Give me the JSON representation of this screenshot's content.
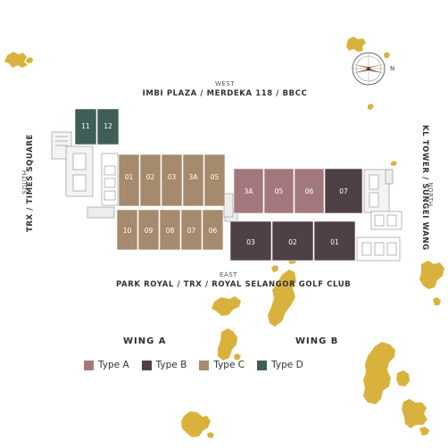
{
  "directions": {
    "west_heading": "WEST",
    "west_text": "IMBI PLAZA / MERDEKA 118 / BBCC",
    "east_heading": "EAST",
    "east_text": "PARK ROYAL / TRX / ROYAL SELANGOR GOLF CLUB",
    "south_heading": "SOUTH",
    "south_text": "TRX / TIMES SQUARE",
    "north_heading": "NORTH",
    "north_text": "KL TOWER / SUNGEI WANG"
  },
  "compass": {
    "north_letter": "N",
    "icon": "compass-icon"
  },
  "wings": {
    "wing_a": "WING A",
    "wing_b": "WING B"
  },
  "colors": {
    "type_a": "#a3787c",
    "type_b": "#4e4045",
    "type_c": "#a58a6d",
    "type_d": "#3e5e57",
    "trees": "#d9b23e",
    "corridor": "#e3e3e3"
  },
  "legend": [
    {
      "label": "Type A",
      "color": "#a3787c"
    },
    {
      "label": "Type B",
      "color": "#4e4045"
    },
    {
      "label": "Type C",
      "color": "#a58a6d"
    },
    {
      "label": "Type D",
      "color": "#3e5e57"
    }
  ],
  "units": {
    "wing_a_type_d": [
      "11",
      "12"
    ],
    "wing_a_upper_type_c": [
      "01",
      "02",
      "03",
      "3A",
      "05"
    ],
    "wing_a_lower_type_c": [
      "10",
      "09",
      "08",
      "07",
      "06"
    ],
    "wing_b_upper_type_a": [
      "3A",
      "05",
      "06"
    ],
    "wing_b_upper_type_b": [
      "07"
    ],
    "wing_b_lower_type_b": [
      "03",
      "02",
      "01"
    ]
  }
}
